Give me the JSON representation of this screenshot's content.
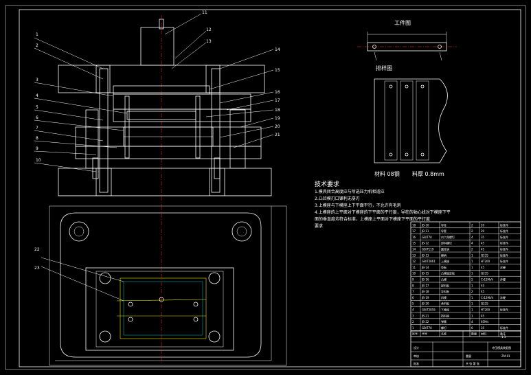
{
  "views": {
    "workpiece_title": "工件图",
    "blank_title": "排样图",
    "material_label": "材料 08钢",
    "thickness_label": "料厚 0.8mm"
  },
  "tech_requirements": {
    "title": "技术要求",
    "lines": [
      "1.模具闭合高度应与所选压力机相适应",
      "2.凸凹模刃口锋利无崩刃",
      "3.上模座与下模座上下平面平行，不允许有毛刺",
      "4.上模座的上平面对下模座的下平面的平行度，导柱的轴心线对下模座下平",
      "面的垂直度均符合标准，上模座上平面对下模座下平面的平行度",
      "要求"
    ]
  },
  "balloons_left": [
    "1",
    "2",
    "3",
    "4",
    "5",
    "6",
    "7",
    "8",
    "9",
    "10"
  ],
  "balloons_right": [
    "11",
    "12",
    "13",
    "14",
    "15",
    "16",
    "17",
    "18",
    "19",
    "20",
    "21"
  ],
  "plan_labels": [
    "22",
    "23"
  ],
  "title_block": {
    "drawing_title": "冲压模具装配图",
    "scale": "1:1",
    "drawing_no": "ZM-01",
    "designer": "设计",
    "checker": "审核",
    "approve": "批准",
    "weight": "重量",
    "sheet": "共 张 第 张"
  },
  "bom_headers": [
    "序号",
    "代号",
    "名称",
    "数量",
    "材料",
    "备注"
  ],
  "bom_rows": [
    [
      "18",
      "JB-10",
      "导柱",
      "2",
      "20",
      "标准件"
    ],
    [
      "17",
      "JB-11",
      "导套",
      "2",
      "20",
      "标准件"
    ],
    [
      "16",
      "GB/T70",
      "内六角螺钉",
      "4",
      "35",
      "标准件"
    ],
    [
      "15",
      "JB-12",
      "卸料螺钉",
      "4",
      "45",
      "标准件"
    ],
    [
      "14",
      "GB/T119",
      "圆柱销",
      "2",
      "45",
      "标准件"
    ],
    [
      "13",
      "JB-13",
      "模柄",
      "1",
      "Q235",
      "标准件"
    ],
    [
      "12",
      "GB/T2861",
      "上模座",
      "1",
      "HT200",
      "标准件"
    ],
    [
      "11",
      "JB-14",
      "垫板",
      "1",
      "45",
      "淬硬"
    ],
    [
      "10",
      "JB-15",
      "凸模固定板",
      "1",
      "Q235",
      ""
    ],
    [
      "9",
      "JB-16",
      "凸模",
      "2",
      "Cr12MoV",
      "淬硬"
    ],
    [
      "8",
      "JB-17",
      "卸料板",
      "1",
      "45",
      ""
    ],
    [
      "7",
      "JB-18",
      "导料板",
      "2",
      "45",
      ""
    ],
    [
      "6",
      "JB-19",
      "凹模",
      "1",
      "Cr12MoV",
      "淬硬"
    ],
    [
      "5",
      "JB-20",
      "承料板",
      "1",
      "Q235",
      ""
    ],
    [
      "4",
      "GB/T2855",
      "下模座",
      "1",
      "HT200",
      "标准件"
    ],
    [
      "3",
      "JB-21",
      "挡料销",
      "1",
      "45",
      ""
    ],
    [
      "2",
      "JB-22",
      "弹簧",
      "4",
      "65Mn",
      ""
    ],
    [
      "1",
      "GB/T70",
      "螺钉",
      "6",
      "35",
      "标准件"
    ]
  ]
}
